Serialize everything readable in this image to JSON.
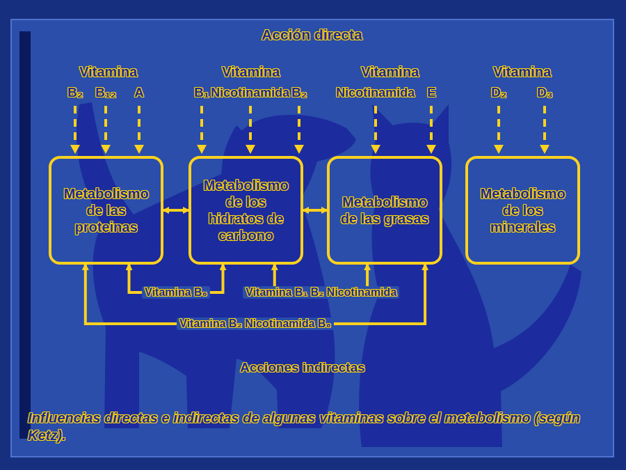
{
  "diagram": {
    "title": "Acción directa",
    "caption": "Influencias directas e indirectas de algunas vitaminas sobre el metabolismo (según Ketz).",
    "nodes": [
      {
        "text": [
          "Metabolismo de las proteinas"
        ]
      },
      {
        "text": [
          "Metabolismo de los hidratos de carbono"
        ]
      },
      {
        "text": [
          "Metabolismo de las grasas"
        ]
      },
      {
        "text": [
          "Metabolismo de los minerales"
        ]
      }
    ],
    "edges": [
      {
        "from": 0,
        "to": 1,
        "arrow": "both"
      },
      {
        "from": 1,
        "to": 2,
        "arrow": "both"
      },
      {
        "from": 0,
        "to": 1,
        "arrow": "both",
        "label": "Vitamina B₆"
      },
      {
        "from": 1,
        "to": 2,
        "arrow": "both",
        "label": "Vitamina B₁ B₂ Nicotinamida"
      },
      {
        "from": 0,
        "to": 2,
        "arrow": "both",
        "label": "Vitamina B₂ Nicotinamida B₆"
      }
    ],
    "labels": [
      "Vitamina",
      "B₂",
      "B₁₂",
      "A",
      "Vitamina",
      "B₁",
      "Nicotinamida",
      "B₂",
      "Vitamina",
      "Nicotinamida",
      "E",
      "Vitamina",
      "D₂",
      "D₃",
      "Acciones indirectas"
    ]
  }
}
